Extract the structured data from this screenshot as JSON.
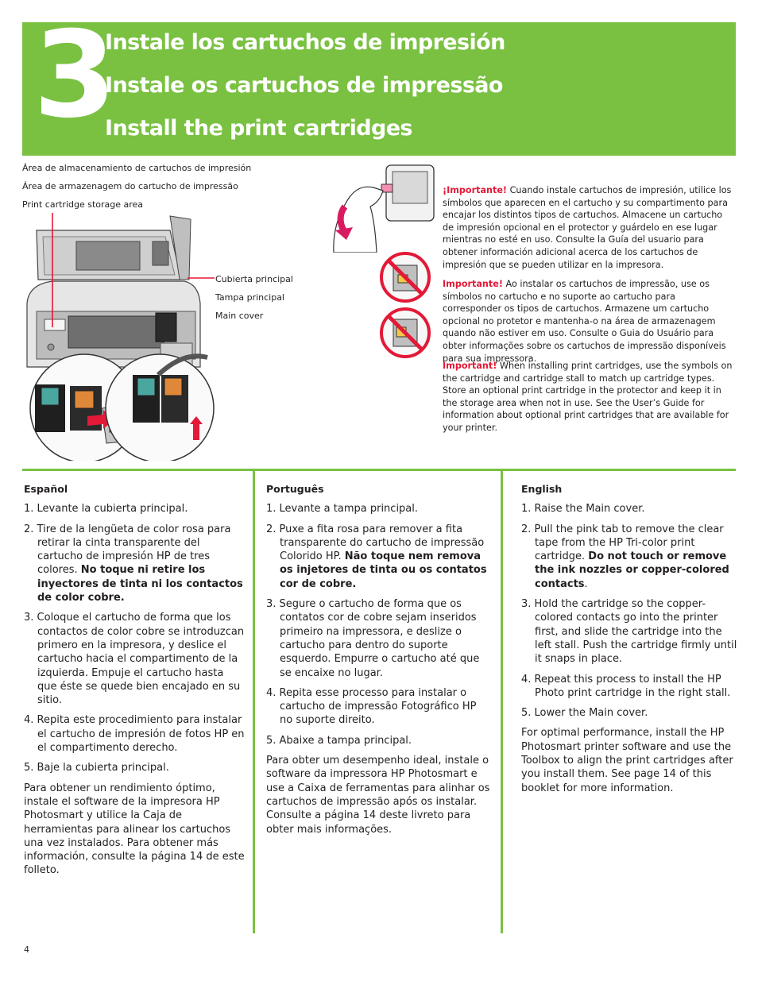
{
  "banner": {
    "step_number": "3",
    "title_es": "Instale los cartuchos de impresión",
    "title_pt": "Instale os cartuchos de impressão",
    "title_en": "Install the print cartridges",
    "color": "#7ac142"
  },
  "figure": {
    "storage_area_es": "Área de almacenamiento de cartuchos de impresión",
    "storage_area_pt": "Área de armazenagem do cartucho de impressão",
    "storage_area_en": "Print cartridge storage area",
    "main_cover_es": "Cubierta principal",
    "main_cover_pt": "Tampa principal",
    "main_cover_en": "Main cover"
  },
  "notes": {
    "accent_color": "#e31937",
    "es": {
      "head": "¡Importante!",
      "text": " Cuando instale cartuchos de impresión, utilice los símbolos que aparecen en el cartucho y su compartimento para encajar los distintos tipos de cartuchos. Almacene un cartucho de impresión opcional en el protector y guárdelo en ese lugar mientras no esté en uso. Consulte la Guía del usuario para obtener información adicional acerca de los cartuchos de impresión que se pueden utilizar en la impresora."
    },
    "pt": {
      "head": "Importante!",
      "text": " Ao instalar os cartuchos de impressão, use os símbolos no cartucho e no suporte ao cartucho para corresponder os tipos de cartuchos. Armazene um cartucho opcional no protetor e mantenha-o na área de armazenagem quando não estiver em uso. Consulte o Guia do Usuário para obter informações sobre os cartuchos de impressão disponíveis para sua impressora."
    },
    "en": {
      "head": "Important!",
      "text": " When installing print cartridges, use the symbols on the cartridge and cartridge stall to match up cartridge types. Store an optional print cartridge in the protector and keep it in the storage area when not in use. See the User’s Guide for information about optional print cartridges that are available for your printer."
    }
  },
  "columns": {
    "es": {
      "heading": "Español",
      "step1": "1. Levante la cubierta principal.",
      "step2_a": "2. Tire de la lengüeta de color rosa para retirar la cinta transparente del cartucho de impresión HP de tres colores. ",
      "step2_b": "No toque ni retire los inyectores de tinta ni los contactos de color cobre.",
      "step3": "3. Coloque el cartucho de forma que los contactos de color cobre se introduzcan primero en la impresora, y deslice el cartucho hacia el compartimento de la izquierda. Empuje el cartucho hasta que éste se quede bien encajado en su sitio.",
      "step4": "4. Repita este procedimiento para instalar el cartucho de impresión de fotos HP en el compartimento derecho.",
      "step5": "5. Baje la cubierta principal.",
      "closing": "Para obtener un rendimiento óptimo, instale el software de la impresora HP Photosmart y utilice la Caja de herramientas para alinear los cartuchos una vez instalados. Para obtener más información, consulte la página 14 de este folleto."
    },
    "pt": {
      "heading": "Português",
      "step1": "1. Levante a tampa principal.",
      "step2_a": "2. Puxe a fita rosa para remover a fita transparente do cartucho de impressão Colorido HP. ",
      "step2_b": "Não toque nem remova os injetores de tinta ou os contatos cor de cobre.",
      "step3": "3. Segure o cartucho de forma que os contatos cor de cobre sejam inseridos primeiro na impressora, e deslize o cartucho para dentro do suporte esquerdo. Empurre o cartucho até que se encaixe no lugar.",
      "step4": "4. Repita esse processo para instalar o cartucho de impressão Fotográfico HP no suporte direito.",
      "step5": "5. Abaixe a tampa principal.",
      "closing": "Para obter um desempenho ideal, instale o software da impressora HP Photosmart e use a Caixa de ferramentas para alinhar os cartuchos de impressão após os instalar. Consulte a página 14 deste livreto para obter mais informações."
    },
    "en": {
      "heading": "English",
      "step1": "1. Raise the Main cover.",
      "step2_a": "2. Pull the pink tab to remove the clear tape from the HP Tri-color print cartridge. ",
      "step2_b": "Do not touch or remove the ink nozzles or copper-colored contacts",
      "step2_c": ".",
      "step3": "3. Hold the cartridge so the copper-colored contacts go into the printer first, and slide the cartridge into the left stall. Push the cartridge firmly until it snaps in place.",
      "step4": "4. Repeat this process to install the HP Photo print cartridge in the right stall.",
      "step5": "5. Lower the Main cover.",
      "closing": "For optimal performance, install the HP Photosmart printer software and use the Toolbox to align the print cartridges after you install them. See page 14 of this booklet for more information."
    }
  },
  "page_number": "4"
}
